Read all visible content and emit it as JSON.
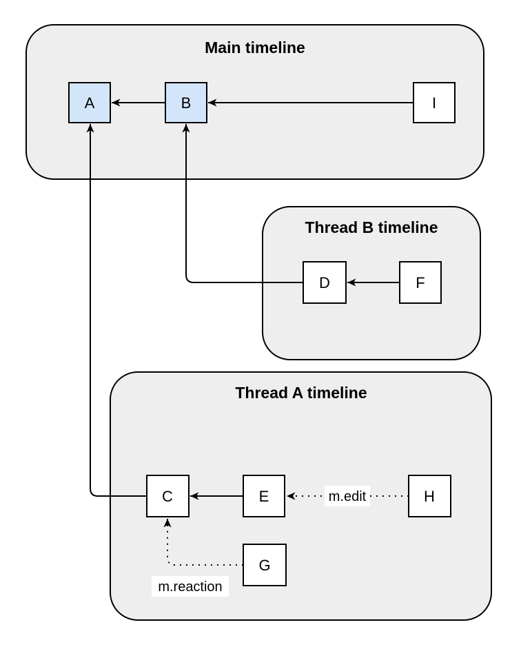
{
  "diagram": {
    "type": "event-graph",
    "containers": [
      {
        "id": "main",
        "title": "Main timeline"
      },
      {
        "id": "thread-b",
        "title": "Thread B timeline"
      },
      {
        "id": "thread-a",
        "title": "Thread A timeline"
      }
    ],
    "nodes": [
      {
        "id": "A",
        "label": "A",
        "container": "main",
        "highlighted": true
      },
      {
        "id": "B",
        "label": "B",
        "container": "main",
        "highlighted": true
      },
      {
        "id": "I",
        "label": "I",
        "container": "main",
        "highlighted": false
      },
      {
        "id": "D",
        "label": "D",
        "container": "thread-b",
        "highlighted": false
      },
      {
        "id": "F",
        "label": "F",
        "container": "thread-b",
        "highlighted": false
      },
      {
        "id": "C",
        "label": "C",
        "container": "thread-a",
        "highlighted": false
      },
      {
        "id": "E",
        "label": "E",
        "container": "thread-a",
        "highlighted": false
      },
      {
        "id": "H",
        "label": "H",
        "container": "thread-a",
        "highlighted": false
      },
      {
        "id": "G",
        "label": "G",
        "container": "thread-a",
        "highlighted": false
      }
    ],
    "edges": [
      {
        "from": "B",
        "to": "A",
        "style": "solid",
        "label": ""
      },
      {
        "from": "I",
        "to": "B",
        "style": "solid",
        "label": ""
      },
      {
        "from": "D",
        "to": "B",
        "style": "solid",
        "label": ""
      },
      {
        "from": "F",
        "to": "D",
        "style": "solid",
        "label": ""
      },
      {
        "from": "C",
        "to": "A",
        "style": "solid",
        "label": ""
      },
      {
        "from": "E",
        "to": "C",
        "style": "solid",
        "label": ""
      },
      {
        "from": "H",
        "to": "E",
        "style": "dotted",
        "label": "m.edit"
      },
      {
        "from": "G",
        "to": "C",
        "style": "dotted",
        "label": "m.reaction"
      }
    ],
    "colors": {
      "page_bg": "#ffffff",
      "container_fill": "#eeeeee",
      "container_border": "#000000",
      "node_fill": "#ffffff",
      "node_highlight_fill": "#d3e5fa",
      "node_border": "#000000",
      "edge": "#000000",
      "edge_label_bg": "#ffffff",
      "text": "#000000"
    }
  }
}
